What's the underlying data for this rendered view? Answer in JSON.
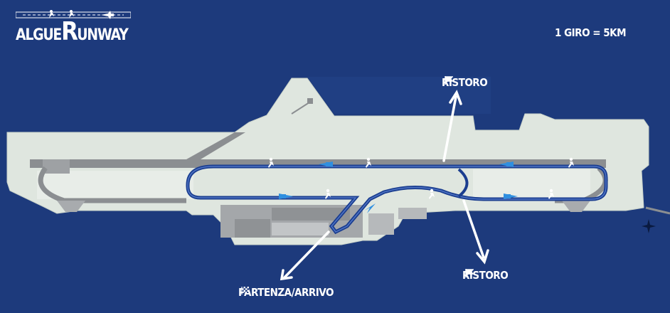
{
  "logo": {
    "text_left": "ALGUE",
    "text_big": "R",
    "text_right": "UNWAY"
  },
  "lap_info": "1 GIRO = 5KM",
  "markers": {
    "ristoro_top": "RISTORO",
    "ristoro_bottom": "RISTORO",
    "start_finish": "PARTENZA/ARRIVO"
  },
  "colors": {
    "background": "#1d3a7c",
    "apron": "#dfe6df",
    "taxiway": "#8b8e91",
    "route_outline": "#1a3d8f",
    "direction_arrow": "#2f8fe0",
    "text": "#ffffff"
  },
  "icons": [
    "runner-icon",
    "flag-icon",
    "checkered-flag-icon",
    "compass-icon",
    "plane-icon"
  ]
}
